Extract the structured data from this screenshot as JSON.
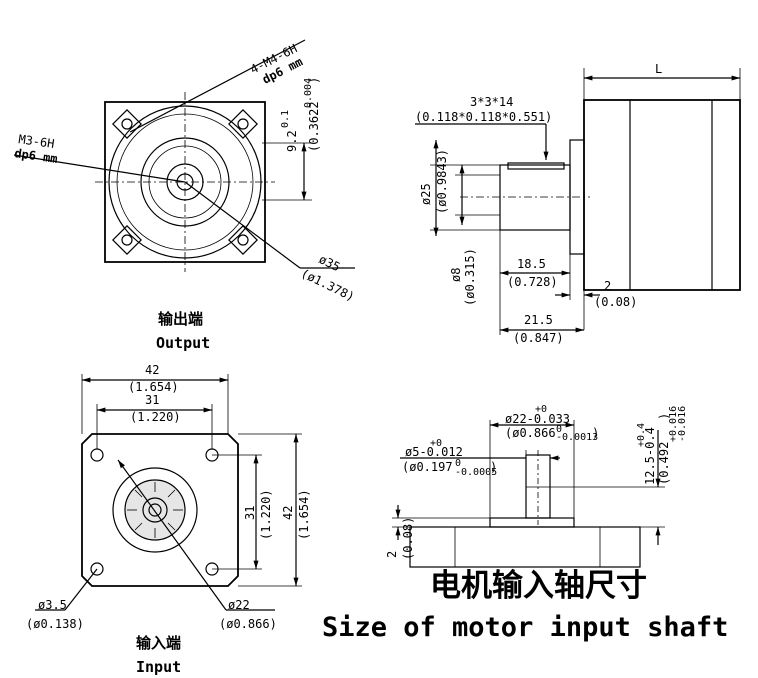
{
  "output_view": {
    "label_cn": "输出端",
    "label_en": "Output",
    "thread_a": "4-M4-6H",
    "thread_a_depth": "dp6 mm",
    "thread_b": "M3-6H",
    "thread_b_depth": "dp6 mm",
    "offset_mm": "9.2",
    "offset_tol": "0.1",
    "offset_in": "(0.3622",
    "offset_in_tol": "0.004",
    "offset_in_close": ")",
    "dia35_mm": "ø35",
    "dia35_in": "(ø1.378)"
  },
  "side_view": {
    "length_label": "L",
    "key_mm": "3*3*14",
    "key_in": "(0.118*0.118*0.551)",
    "dia25_mm": "ø25",
    "dia25_in": "(ø0.9843)",
    "dia8_mm": "ø8",
    "dia8_in": "(ø0.315)",
    "len18_mm": "18.5",
    "len18_in": "(0.728)",
    "len2_mm": "2",
    "len2_in": "(0.08)",
    "len21_mm": "21.5",
    "len21_in": "(0.847)"
  },
  "input_view": {
    "label_cn": "输入端",
    "label_en": "Input",
    "w42_mm": "42",
    "w42_in": "(1.654)",
    "w31_mm": "31",
    "w31_in": "(1.220)",
    "h31_mm": "31",
    "h31_in": "(1.220)",
    "h42_mm": "42",
    "h42_in": "(1.654)",
    "hole_mm": "ø3.5",
    "hole_in": "(ø0.138)",
    "boss_mm": "ø22",
    "boss_in": "(ø0.866)"
  },
  "motor_shaft": {
    "title_cn": "电机输入轴尺寸",
    "title_en": "Size of motor input shaft",
    "boss_dim": "ø22-0.033",
    "boss_tol_top": "+0",
    "boss_in": "(ø0.866",
    "boss_in_tol": "0",
    "boss_in_tol2": "-0.0013",
    "boss_in_close": ")",
    "shaft_dim": "ø5-0.012",
    "shaft_tol_top": "+0",
    "shaft_in": "(ø0.197",
    "shaft_in_tol": "0",
    "shaft_in_tol2": "-0.0005",
    "shaft_in_close": ")",
    "len_dim": "12.5-0.4",
    "len_tol_top": "+0.4",
    "len_in": "(0.492",
    "len_in_tol": "+0.016",
    "len_in_tol2": "-0.016",
    "len_in_close": ")",
    "t2_mm": "2",
    "t2_in": "(0.08)"
  }
}
